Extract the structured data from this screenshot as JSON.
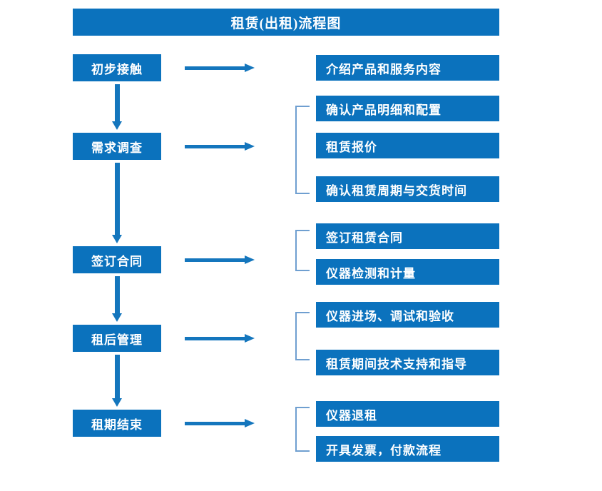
{
  "title": "租赁(出租)流程图",
  "colors": {
    "box_blue": "#0b72bd",
    "arrow_blue": "#1476bd",
    "bracket_blue": "#6f9fd0",
    "text_white": "#ffffff",
    "background": "#ffffff"
  },
  "stages": [
    {
      "id": "stage-1",
      "label": "初步接触"
    },
    {
      "id": "stage-2",
      "label": "需求调查"
    },
    {
      "id": "stage-3",
      "label": "签订合同"
    },
    {
      "id": "stage-4",
      "label": "租后管理"
    },
    {
      "id": "stage-5",
      "label": "租期结束"
    }
  ],
  "details": [
    {
      "id": "detail-1-1",
      "label": "介绍产品和服务内容"
    },
    {
      "id": "detail-2-1",
      "label": "确认产品明细和配置"
    },
    {
      "id": "detail-2-2",
      "label": "租赁报价"
    },
    {
      "id": "detail-2-3",
      "label": "确认租赁周期与交货时间"
    },
    {
      "id": "detail-3-1",
      "label": "签订租赁合同"
    },
    {
      "id": "detail-3-2",
      "label": "仪器检测和计量"
    },
    {
      "id": "detail-4-1",
      "label": "仪器进场、调试和验收"
    },
    {
      "id": "detail-4-2",
      "label": "租赁期间技术支持和指导"
    },
    {
      "id": "detail-5-1",
      "label": "仪器退租"
    },
    {
      "id": "detail-5-2",
      "label": "开具发票，付款流程"
    }
  ],
  "chart_data": {
    "type": "diagram",
    "diagram_type": "flowchart",
    "title": "租赁(出租)流程图",
    "orientation": "vertical-with-right-branches",
    "nodes": [
      {
        "id": "stage-1",
        "label": "初步接触",
        "column": "left",
        "order": 1
      },
      {
        "id": "stage-2",
        "label": "需求调查",
        "column": "left",
        "order": 2
      },
      {
        "id": "stage-3",
        "label": "签订合同",
        "column": "left",
        "order": 3
      },
      {
        "id": "stage-4",
        "label": "租后管理",
        "column": "left",
        "order": 4
      },
      {
        "id": "stage-5",
        "label": "租期结束",
        "column": "left",
        "order": 5
      },
      {
        "id": "detail-1-1",
        "label": "介绍产品和服务内容",
        "column": "right",
        "parent": "stage-1"
      },
      {
        "id": "detail-2-1",
        "label": "确认产品明细和配置",
        "column": "right",
        "parent": "stage-2"
      },
      {
        "id": "detail-2-2",
        "label": "租赁报价",
        "column": "right",
        "parent": "stage-2"
      },
      {
        "id": "detail-2-3",
        "label": "确认租赁周期与交货时间",
        "column": "right",
        "parent": "stage-2"
      },
      {
        "id": "detail-3-1",
        "label": "签订租赁合同",
        "column": "right",
        "parent": "stage-3"
      },
      {
        "id": "detail-3-2",
        "label": "仪器检测和计量",
        "column": "right",
        "parent": "stage-3"
      },
      {
        "id": "detail-4-1",
        "label": "仪器进场、调试和验收",
        "column": "right",
        "parent": "stage-4"
      },
      {
        "id": "detail-4-2",
        "label": "租赁期间技术支持和指导",
        "column": "right",
        "parent": "stage-4"
      },
      {
        "id": "detail-5-1",
        "label": "仪器退租",
        "column": "right",
        "parent": "stage-5"
      },
      {
        "id": "detail-5-2",
        "label": "开具发票，付款流程",
        "column": "right",
        "parent": "stage-5"
      }
    ],
    "edges": [
      {
        "from": "stage-1",
        "to": "stage-2",
        "type": "vertical-arrow"
      },
      {
        "from": "stage-2",
        "to": "stage-3",
        "type": "vertical-arrow"
      },
      {
        "from": "stage-3",
        "to": "stage-4",
        "type": "vertical-arrow"
      },
      {
        "from": "stage-4",
        "to": "stage-5",
        "type": "vertical-arrow"
      },
      {
        "from": "stage-1",
        "to": "detail-1-1",
        "type": "horizontal-arrow"
      },
      {
        "from": "stage-2",
        "to": "detail-2-1",
        "type": "horizontal-arrow"
      },
      {
        "from": "stage-3",
        "to": "detail-3-1",
        "type": "horizontal-arrow"
      },
      {
        "from": "stage-4",
        "to": "detail-4-1",
        "type": "horizontal-arrow"
      },
      {
        "from": "stage-5",
        "to": "detail-5-1",
        "type": "horizontal-arrow"
      }
    ],
    "groups": [
      {
        "members": [
          "detail-2-1",
          "detail-2-2",
          "detail-2-3"
        ],
        "marker": "bracket"
      },
      {
        "members": [
          "detail-3-1",
          "detail-3-2"
        ],
        "marker": "bracket"
      },
      {
        "members": [
          "detail-4-1",
          "detail-4-2"
        ],
        "marker": "bracket"
      },
      {
        "members": [
          "detail-5-1",
          "detail-5-2"
        ],
        "marker": "bracket"
      }
    ]
  }
}
